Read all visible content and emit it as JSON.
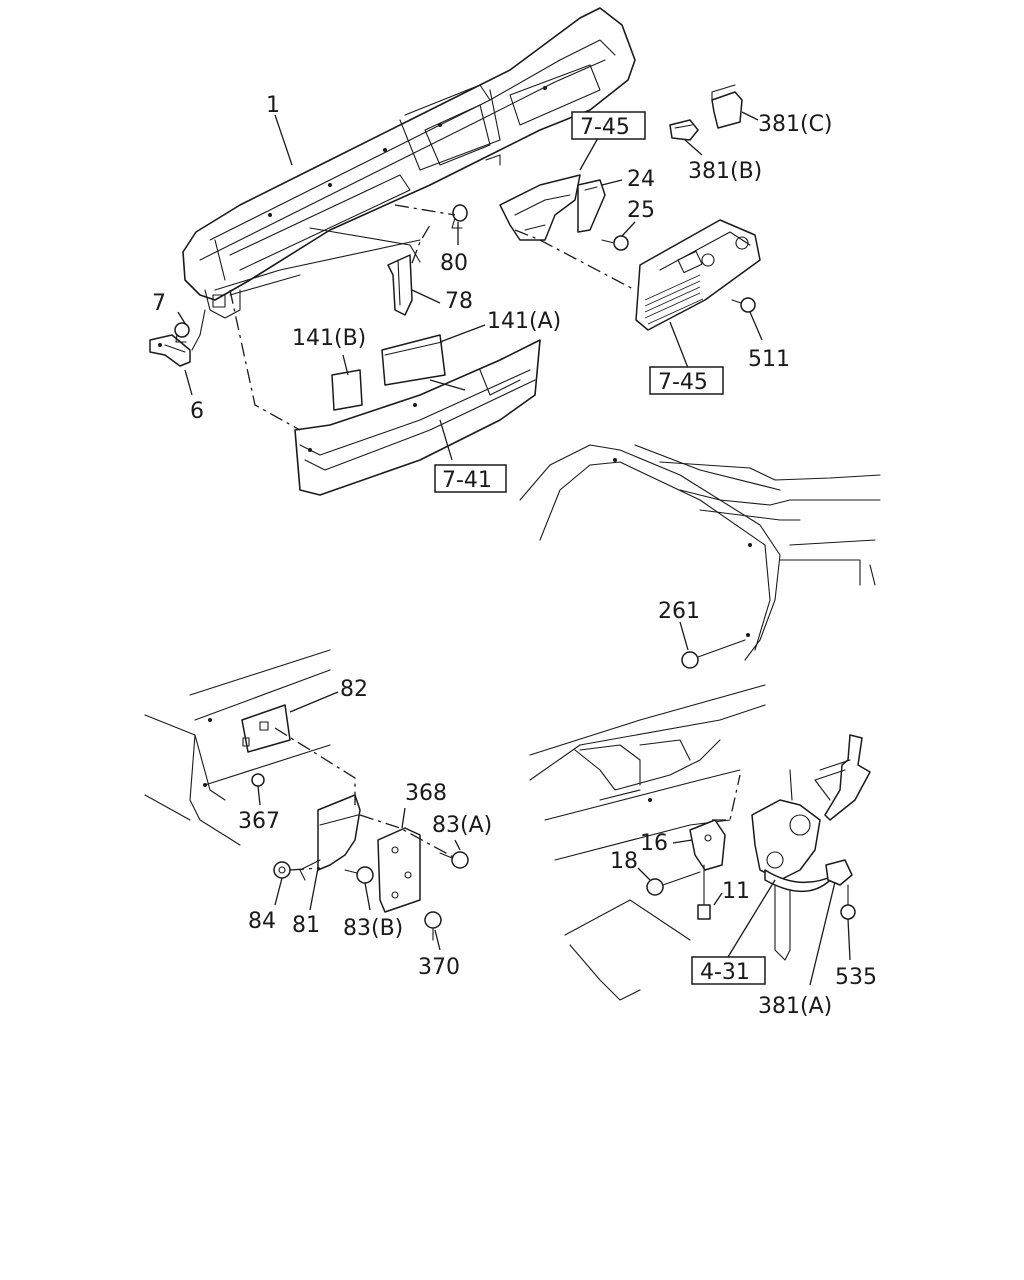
{
  "callouts": {
    "p1": "1",
    "p7": "7",
    "p6": "6",
    "p80": "80",
    "p78": "78",
    "p141b": "141(B)",
    "p141a": "141(A)",
    "p24": "24",
    "p25": "25",
    "p511": "511",
    "p381c": "381(C)",
    "p381b": "381(B)",
    "p261": "261",
    "p82": "82",
    "p367": "367",
    "p368": "368",
    "p83a": "83(A)",
    "p84": "84",
    "p81": "81",
    "p83b": "83(B)",
    "p370": "370",
    "p16": "16",
    "p18": "18",
    "p11": "11",
    "p535": "535",
    "p381a": "381(A)"
  },
  "refs": {
    "r745top": "7-45",
    "r745bot": "7-45",
    "r741": "7-41",
    "r431": "4-31"
  }
}
